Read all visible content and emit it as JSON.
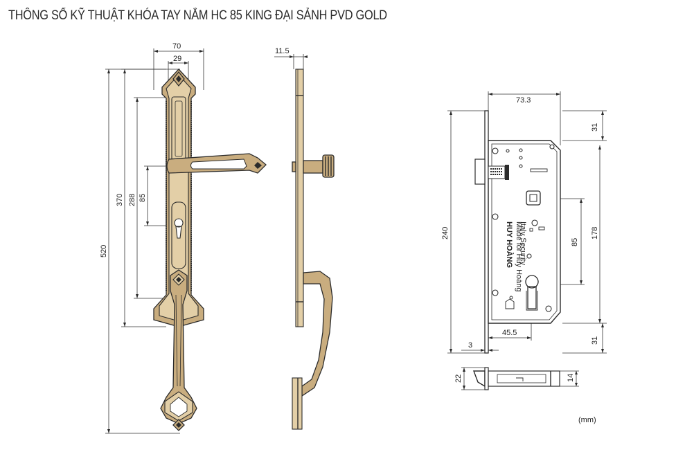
{
  "title": "THÔNG SỐ KỸ THUẬT KHÓA TAY NẮM HC 85 KING ĐẠI SẢNH PVD GOLD",
  "unit": "(mm)",
  "colors": {
    "line": "#2b2b2b",
    "gold": "#c9ad7f",
    "gold_light": "#e3cfa7",
    "text": "#2a2a2a"
  },
  "front_view": {
    "dims": {
      "width_total": "70",
      "width_inner": "29",
      "height_total": "520",
      "height_plate": "370",
      "height_inner": "288",
      "handle_to_cylinder": "85"
    }
  },
  "side_view": {
    "dims": {
      "thickness": "11.5"
    }
  },
  "lock_body": {
    "dims": {
      "width": "73.3",
      "height": "240",
      "top_offset": "31",
      "bottom_offset": "31",
      "plate_height": "178",
      "center_distance": "85",
      "backset": "45.5",
      "faceplate": "3"
    },
    "engraving": {
      "brand": "HUY HOÀNG",
      "made_in": "Made for Huy Hoàng",
      "tagline": "Italy Security"
    }
  },
  "bottom_view": {
    "dims": {
      "left": "22",
      "right": "14"
    }
  }
}
